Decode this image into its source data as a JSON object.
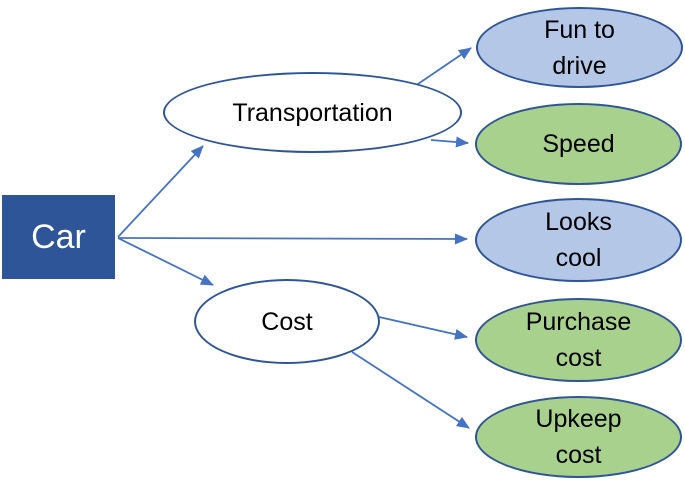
{
  "diagram": {
    "nodes": {
      "car": {
        "label": "Car"
      },
      "transportation": {
        "label": "Transportation"
      },
      "cost": {
        "label": "Cost"
      },
      "fun_to_drive": {
        "lines": [
          "Fun to",
          "drive"
        ]
      },
      "speed": {
        "lines": [
          "Speed"
        ]
      },
      "looks_cool": {
        "lines": [
          "Looks",
          "cool"
        ]
      },
      "purchase_cost": {
        "lines": [
          "Purchase",
          "cost"
        ]
      },
      "upkeep_cost": {
        "lines": [
          "Upkeep",
          "cost"
        ]
      }
    },
    "edges": [
      {
        "from": "car",
        "to": "transportation"
      },
      {
        "from": "car",
        "to": "looks_cool"
      },
      {
        "from": "car",
        "to": "cost"
      },
      {
        "from": "transportation",
        "to": "fun_to_drive"
      },
      {
        "from": "transportation",
        "to": "speed"
      },
      {
        "from": "cost",
        "to": "purchase_cost"
      },
      {
        "from": "cost",
        "to": "upkeep_cost"
      }
    ]
  },
  "colors": {
    "root_fill": "#2E5597",
    "root_text": "#FFFFFF",
    "ellipse_border": "#2F5597",
    "white_fill": "#FFFFFF",
    "light_blue_fill": "#B4C7E7",
    "green_fill": "#A9D18E",
    "arrow": "#4472C4",
    "text": "#000000",
    "background": "#FFFFFF"
  }
}
